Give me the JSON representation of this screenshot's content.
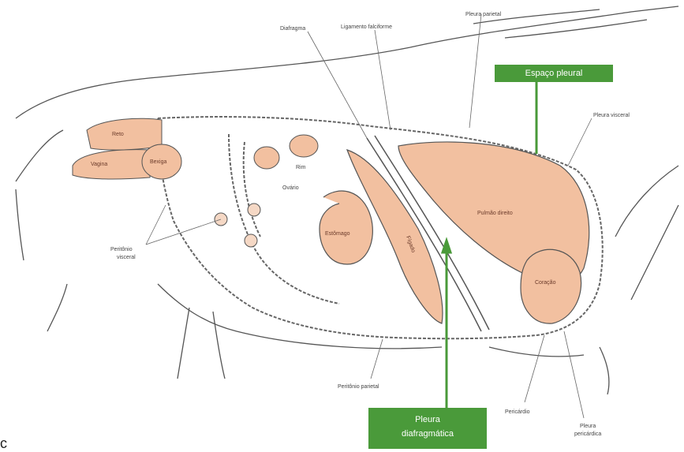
{
  "labels": {
    "pleura_parietal": "Pleura parietal",
    "diafragma": "Diafragma",
    "ligamento_falciforme": "Ligamento falciforme",
    "espaco_pleural": "Espaço pleural",
    "pleura_visceral": "Pleura visceral",
    "reto": "Reto",
    "vagina": "Vagina",
    "bexiga": "Bexiga",
    "rim": "Rim",
    "ovario": "Ovário",
    "estomago": "Estômago",
    "figado": "Fígado",
    "pulmao_direito": "Pulmão direito",
    "coracao": "Coração",
    "peritonio_visceral_1": "Peritônio",
    "peritonio_visceral_2": "visceral",
    "peritonio_parietal": "Peritônio parietal",
    "pericardio": "Pericárdio",
    "pleura_pericardica_1": "Pleura",
    "pleura_pericardica_2": "pericárdica",
    "pleura_diafragmatica_1": "Pleura",
    "pleura_diafragmatica_2": "diafragmática",
    "cut_text": "c"
  },
  "colors": {
    "organ_fill": "#f2c0a0",
    "outline": "#555555",
    "callout_green": "#4a9a3a"
  }
}
